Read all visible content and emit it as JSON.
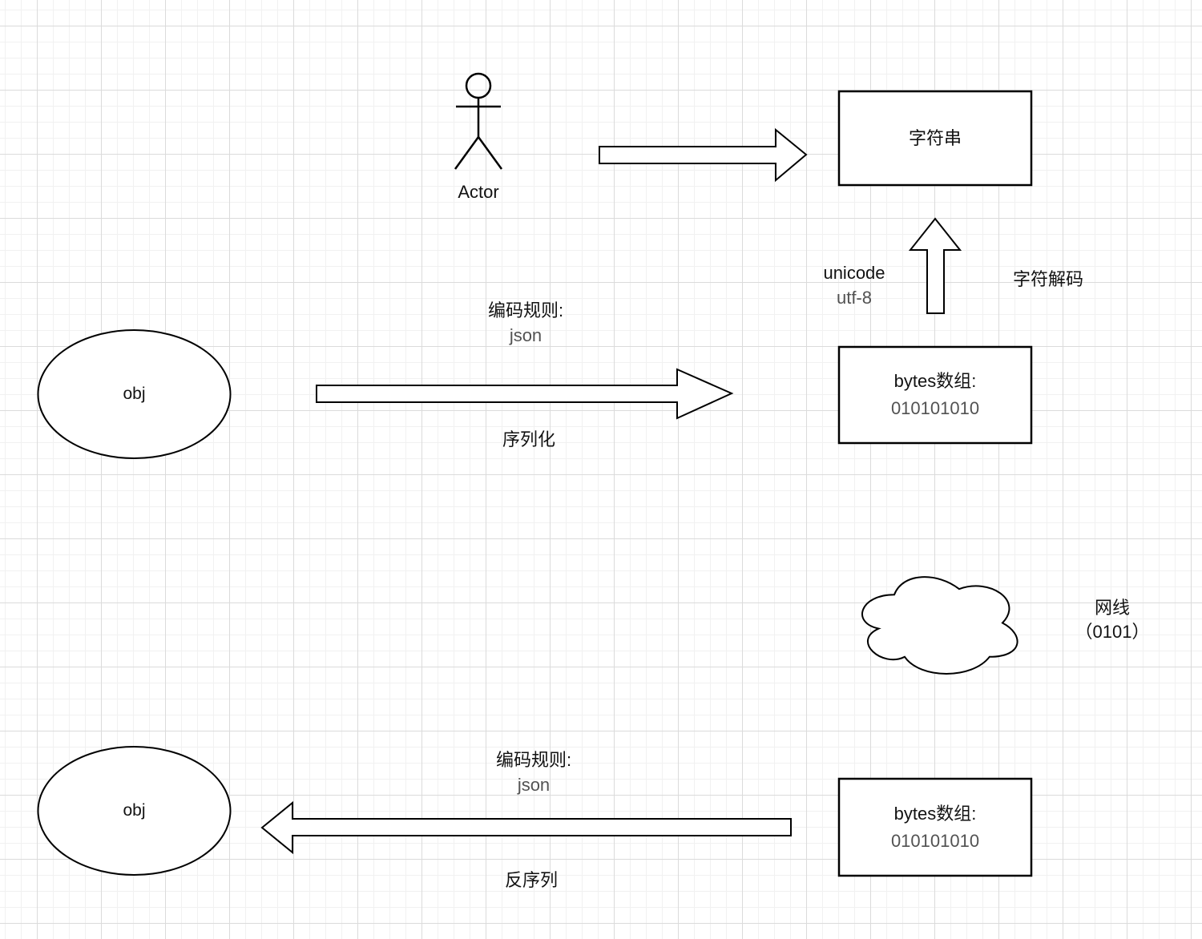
{
  "canvas": {
    "actor": {
      "label": "Actor"
    },
    "string_node": {
      "label": "字符串"
    },
    "decode": {
      "label_left_line1": "unicode",
      "label_left_line2": "utf-8",
      "label_right": "字符解码"
    },
    "serialize": {
      "rule": "编码规则:",
      "rule_value": "json",
      "label": "序列化"
    },
    "deserialize": {
      "rule": "编码规则:",
      "rule_value": "json",
      "label": "反序列"
    },
    "object_top": {
      "label": "obj"
    },
    "object_bottom": {
      "label": "obj"
    },
    "bytes_top": {
      "title": "bytes数组:",
      "value": "010101010"
    },
    "bytes_bottom": {
      "title": "bytes数组:",
      "value": "010101010"
    },
    "cloud": {
      "label_line1": "网线",
      "label_line2": "（0101）"
    },
    "colors": {
      "stroke": "#000000",
      "primary_text": "#121212",
      "secondary_text": "#525252",
      "grid_minor": "#f1f1f1",
      "grid_major": "#dbdbdb",
      "background": "#ffffff"
    }
  }
}
